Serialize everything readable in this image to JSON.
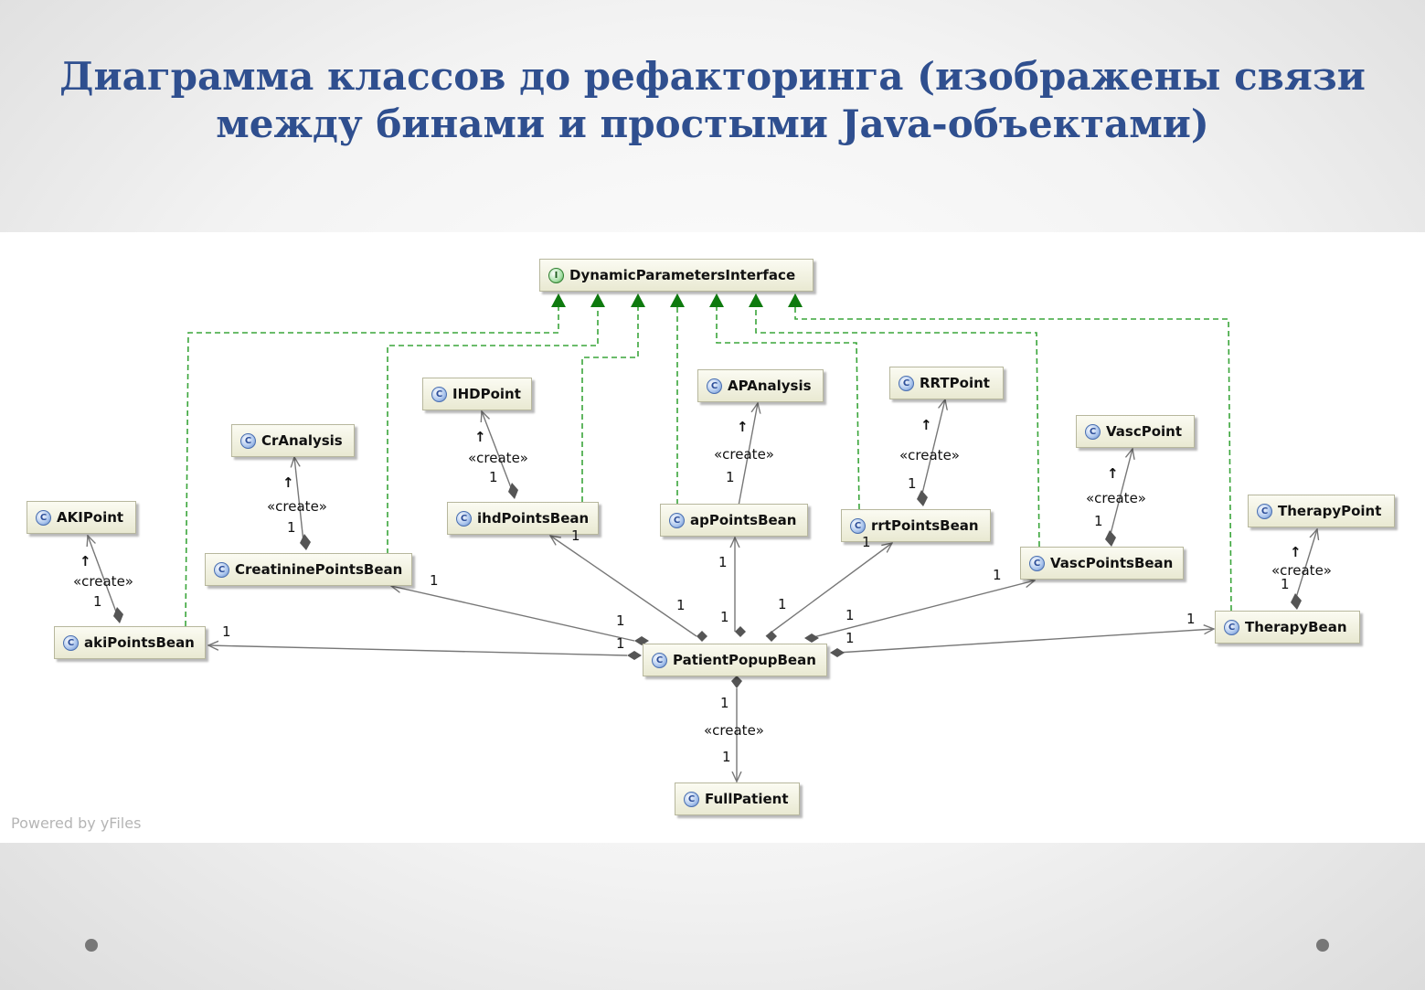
{
  "slide": {
    "title_lines": [
      "Диаграмма классов до рефакторинга (изображены связи",
      "между бинами и простыми Java-объектами)"
    ]
  },
  "diagram": {
    "powered_by": "Powered by yFiles",
    "classes": [
      {
        "id": "dpi",
        "name": "DynamicParametersInterface",
        "icon": "I"
      },
      {
        "id": "ihdpoint",
        "name": "IHDPoint",
        "icon": "C"
      },
      {
        "id": "apanalysis",
        "name": "APAnalysis",
        "icon": "C"
      },
      {
        "id": "rrtpoint",
        "name": "RRTPoint",
        "icon": "C"
      },
      {
        "id": "cranalysis",
        "name": "CrAnalysis",
        "icon": "C"
      },
      {
        "id": "vascpoint",
        "name": "VascPoint",
        "icon": "C"
      },
      {
        "id": "akipoint",
        "name": "AKIPoint",
        "icon": "C"
      },
      {
        "id": "therapypoint",
        "name": "TherapyPoint",
        "icon": "C"
      },
      {
        "id": "ihdpointsbean",
        "name": "ihdPointsBean",
        "icon": "C"
      },
      {
        "id": "appointsbean",
        "name": "apPointsBean",
        "icon": "C"
      },
      {
        "id": "rrtpointsbean",
        "name": "rrtPointsBean",
        "icon": "C"
      },
      {
        "id": "creatininepointsbean",
        "name": "CreatininePointsBean",
        "icon": "C"
      },
      {
        "id": "vascpointsbean",
        "name": "VascPointsBean",
        "icon": "C"
      },
      {
        "id": "akipointsbean",
        "name": "akiPointsBean",
        "icon": "C"
      },
      {
        "id": "therapybean",
        "name": "TherapyBean",
        "icon": "C"
      },
      {
        "id": "patientpopupbean",
        "name": "PatientPopupBean",
        "icon": "C"
      },
      {
        "id": "fullpatient",
        "name": "FullPatient",
        "icon": "C"
      }
    ],
    "stereotype": "«create»",
    "multiplicity": "1",
    "arrow_up": "↑",
    "colors": {
      "realization": "#3aa53a",
      "realization_arrow": "#0e7a0e",
      "association": "#777777",
      "diamond": "#555555",
      "title": "#2f4f8f"
    }
  }
}
